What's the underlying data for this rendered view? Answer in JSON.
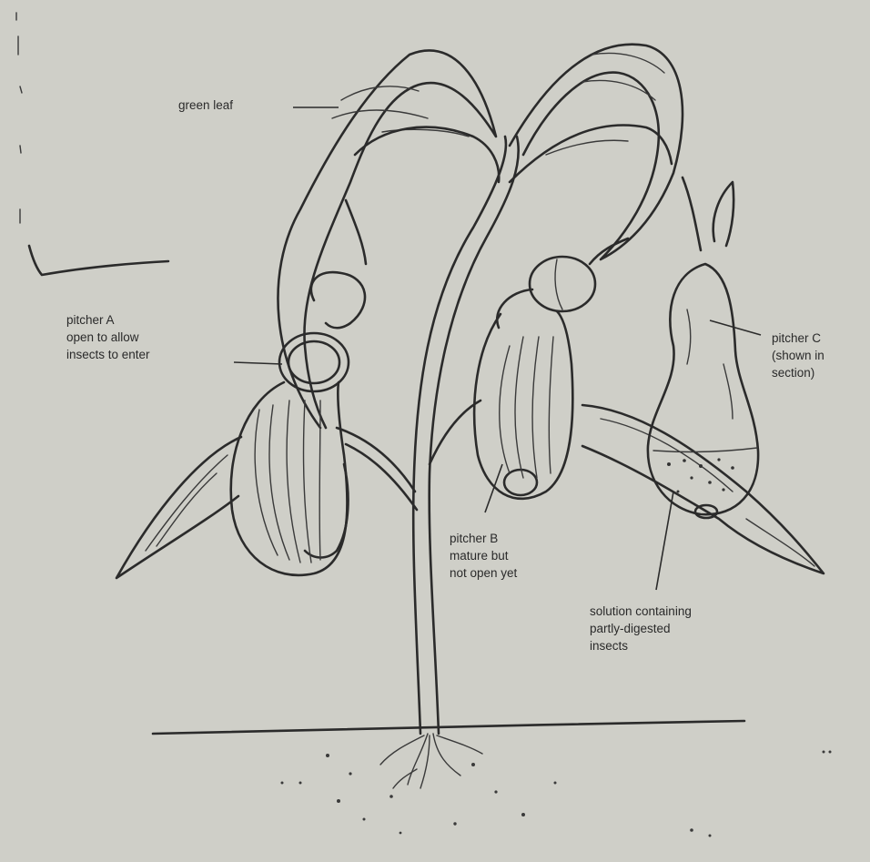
{
  "labels": {
    "green_leaf": "green leaf",
    "pitcher_a": "pitcher A\nopen to allow\ninsects to enter",
    "pitcher_b": "pitcher B\nmature but\nnot open yet",
    "pitcher_c": "pitcher C\n(shown in\nsection)",
    "solution": "solution containing\npartly-digested\ninsects"
  },
  "colors": {
    "paper": "#cfcfc8",
    "ink": "#2b2b2b"
  }
}
